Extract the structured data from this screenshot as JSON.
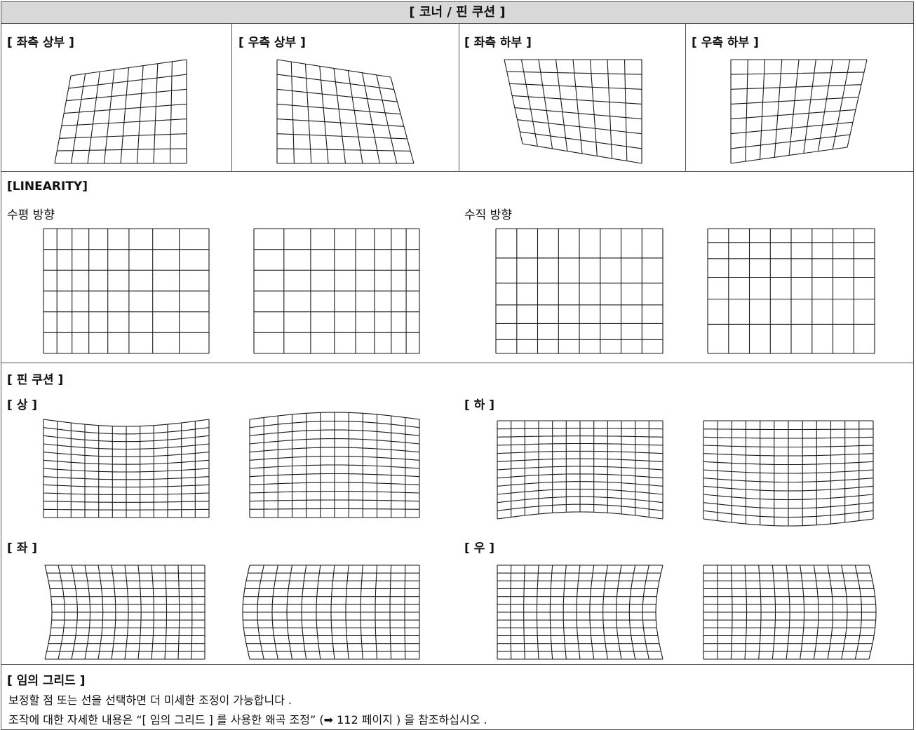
{
  "title": "[ 코너 / 핀 쿠션 ]",
  "corner": {
    "cells": [
      {
        "label": "[ 좌측 상부 ]"
      },
      {
        "label": "[ 우측 상부 ]"
      },
      {
        "label": "[ 좌측 하부 ]"
      },
      {
        "label": "[ 우측 하부 ]"
      }
    ]
  },
  "linearity": {
    "title": "[LINEARITY]",
    "horizontal_label": "수평 방향",
    "vertical_label": "수직 방향"
  },
  "pincushion": {
    "title": "[ 핀 쿠션 ]",
    "top_label": "[ 상 ]",
    "bottom_label": "[ 하 ]",
    "left_label": "[ 좌 ]",
    "right_label": "[ 우 ]"
  },
  "free_grid": {
    "title": "[ 임의 그리드 ]",
    "line1": "보정할 점 또는 선을 선택하면 더 미세한 조정이 가능합니다 .",
    "line2_before": "조작에 대한 자세한 내용은 “[ 임의 그리드 ] 를 사용한 왜곡 조정” (",
    "arrow": "➡",
    "page_ref": " 112 페이지 ) 을 참조하십시오 ."
  }
}
